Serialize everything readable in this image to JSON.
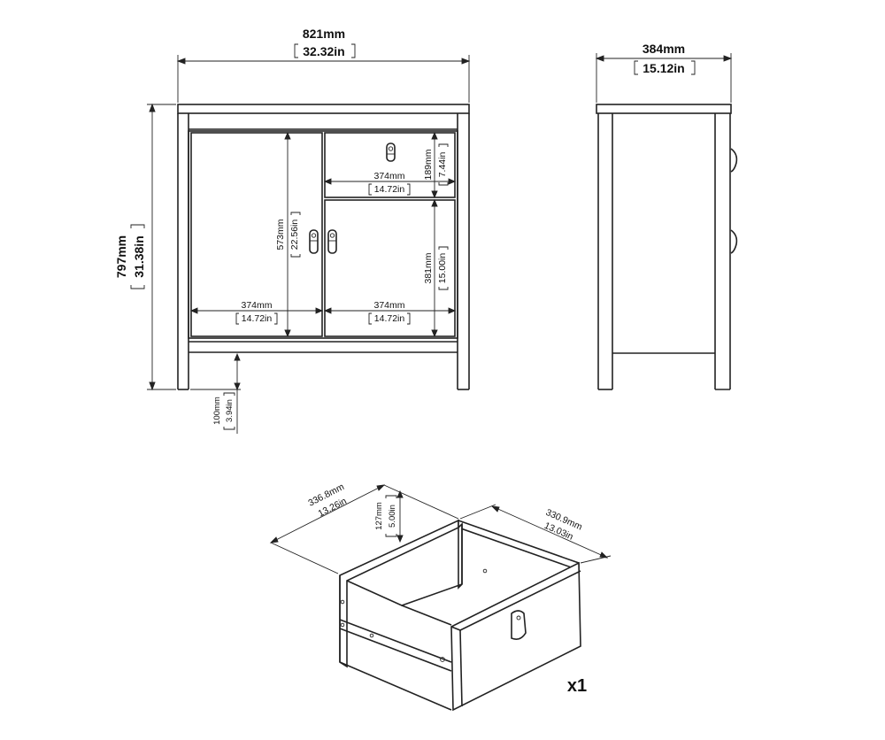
{
  "front": {
    "width": {
      "mm": "821mm",
      "in": "32.32in"
    },
    "height": {
      "mm": "797mm",
      "in": "31.38in"
    },
    "door_height": {
      "mm": "573mm",
      "in": "22.56in"
    },
    "drawer_height": {
      "mm": "189mm",
      "in": "7.44in"
    },
    "drawer_width": {
      "mm": "374mm",
      "in": "14.72in"
    },
    "lower_door_height": {
      "mm": "381mm",
      "in": "15.00in"
    },
    "left_width": {
      "mm": "374mm",
      "in": "14.72in"
    },
    "right_width": {
      "mm": "374mm",
      "in": "14.72in"
    },
    "leg_height": {
      "mm": "100mm",
      "in": "3.94in"
    }
  },
  "side": {
    "depth": {
      "mm": "384mm",
      "in": "15.12in"
    }
  },
  "drawer_box": {
    "width": {
      "mm": "336.8mm",
      "in": "13.26in"
    },
    "height": {
      "mm": "127mm",
      "in": "5.00in"
    },
    "depth": {
      "mm": "330.9mm",
      "in": "13.03in"
    },
    "quantity": "x1"
  }
}
